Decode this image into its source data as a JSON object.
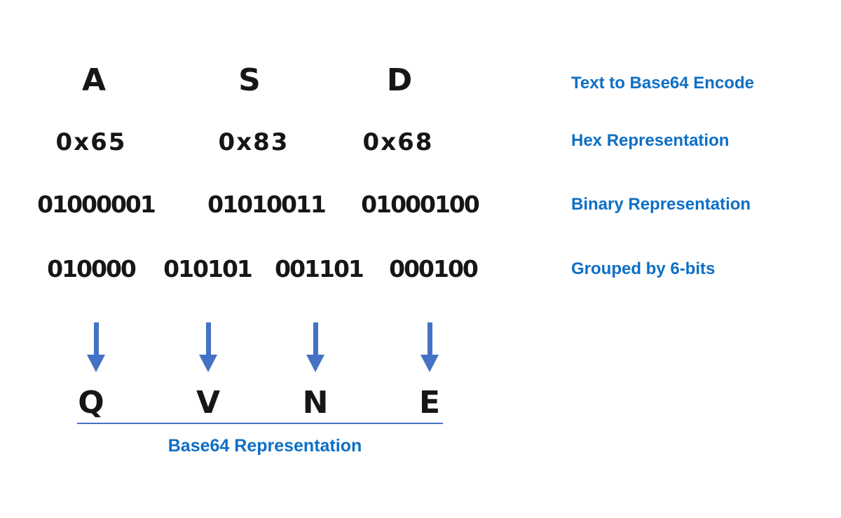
{
  "columns": [
    {
      "char": "A",
      "hex": "0x65",
      "binary": "01000001"
    },
    {
      "char": "S",
      "hex": "0x83",
      "binary": "01010011"
    },
    {
      "char": "D",
      "hex": "0x68",
      "binary": "01000100"
    }
  ],
  "six_bit_groups": [
    "010000",
    "010101",
    "001101",
    "000100"
  ],
  "base64_chars": [
    "Q",
    "V",
    "N",
    "E"
  ],
  "annotations": {
    "text_row": "Text to Base64 Encode",
    "hex_row": "Hex Representation",
    "binary_row": "Binary Representation",
    "grouped_row": "Grouped by 6-bits",
    "base64_row": "Base64 Representation"
  },
  "icons": {
    "down_arrow": "↓"
  },
  "colors": {
    "text_black": "#161616",
    "annotation_blue": "#0e6fc5",
    "arrow_blue": "#4472c4"
  }
}
